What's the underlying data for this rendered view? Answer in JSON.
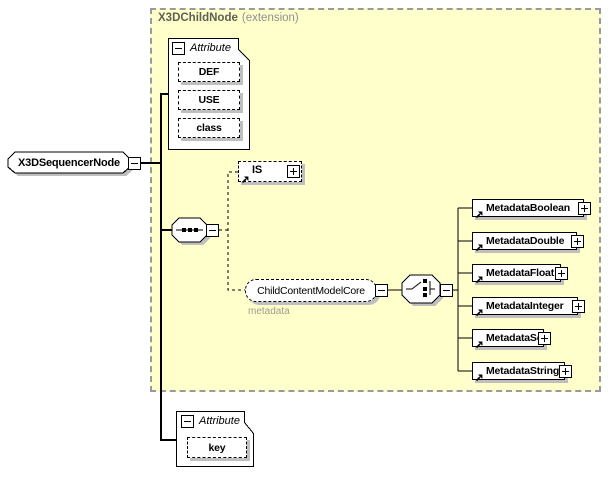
{
  "colors": {
    "panel_bg": "#FFFFCC",
    "panel_border": "#9A9A9A",
    "box_shadow": "#BFBFBF",
    "title_text": "#5F5F54",
    "suffix_text": "#8F8F8F",
    "annotation_text": "#9C9C8E"
  },
  "root_node": {
    "label": "X3DSequencerNode"
  },
  "extension_panel": {
    "title": "X3DChildNode",
    "suffix": "(extension)"
  },
  "top_attribute_group": {
    "label": "Attribute",
    "attributes": [
      "DEF",
      "USE",
      "class"
    ]
  },
  "sequence": {
    "kind": "sequence-compositor"
  },
  "is_element": {
    "label": "IS"
  },
  "child_content_model": {
    "label": "ChildContentModelCore",
    "annotation": "metadata"
  },
  "choice": {
    "kind": "choice-compositor"
  },
  "metadata_elements": [
    "MetadataBoolean",
    "MetadataDouble",
    "MetadataFloat",
    "MetadataInteger",
    "MetadataSet",
    "MetadataString"
  ],
  "bottom_attribute_group": {
    "label": "Attribute",
    "attributes": [
      "key"
    ]
  }
}
